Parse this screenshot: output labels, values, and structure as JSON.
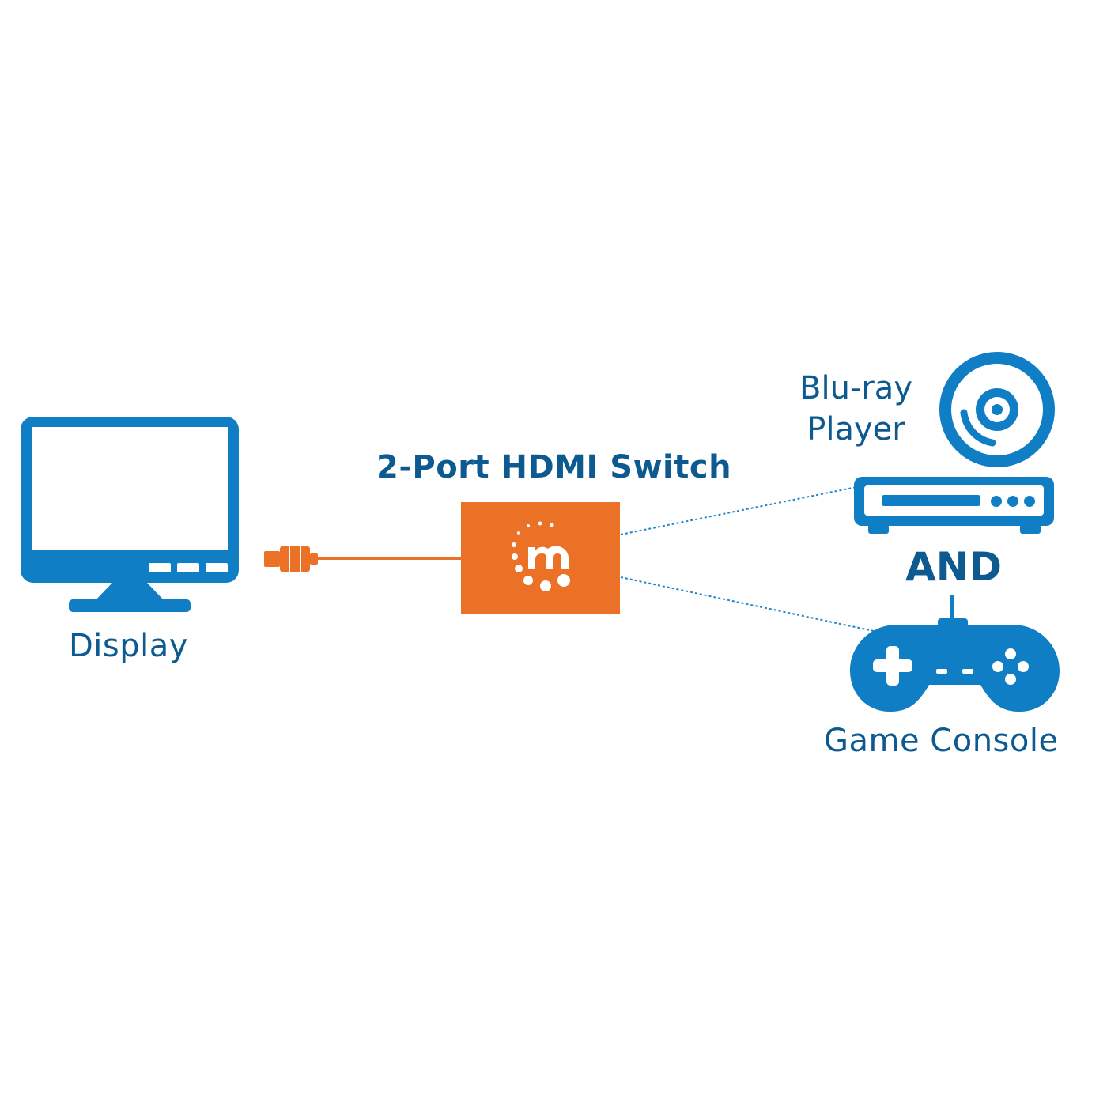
{
  "labels": {
    "switch": "2-Port HDMI Switch",
    "display": "Display",
    "bluray": "Blu-ray Player",
    "and": "AND",
    "console": "Game Console"
  },
  "icons": {
    "display": "monitor-icon",
    "switch": "hdmi-switch-box",
    "logo": "manhattan-logo-icon",
    "cable": "hdmi-cable-icon",
    "disc": "disc-icon",
    "player": "bluray-player-icon",
    "gamepad": "gamepad-icon"
  },
  "colors": {
    "device_blue": "#0f7ec4",
    "label_blue": "#0c5a8f",
    "switch_orange": "#ea7125",
    "connection_line": "#1f86c6",
    "background": "#ffffff"
  }
}
